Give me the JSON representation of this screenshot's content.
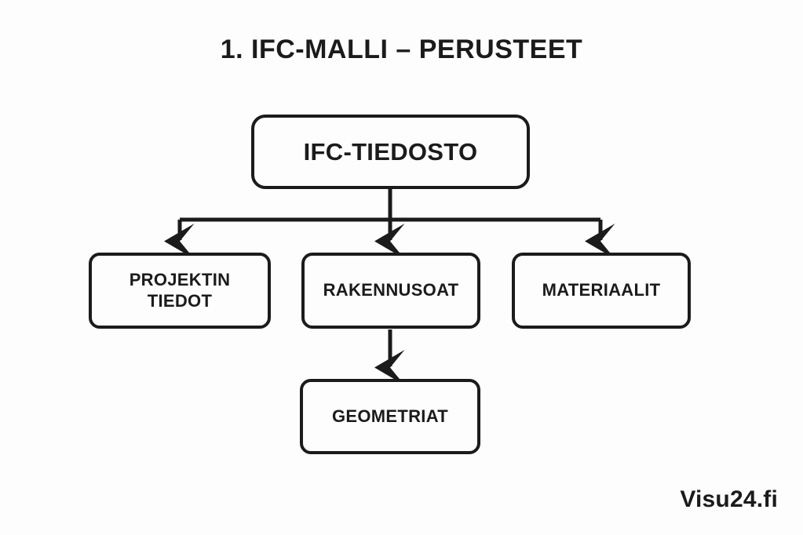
{
  "page": {
    "title": "1. IFC-MALLI – PERUSTEET",
    "background_color": "#fdfdfd",
    "ink_color": "#1b1b1b",
    "watermark": "Visu24.fi"
  },
  "diagram": {
    "type": "tree-flowchart",
    "orientation": "top-down",
    "nodes": [
      {
        "id": "root",
        "label": "IFC-TIEDOSTO",
        "level": 0
      },
      {
        "id": "project-info",
        "label": "PROJEKTIN\nTIEDOT",
        "level": 1
      },
      {
        "id": "building-parts",
        "label": "RAKENNUSOAT",
        "level": 1
      },
      {
        "id": "materials",
        "label": "MATERIAALIT",
        "level": 1
      },
      {
        "id": "geometries",
        "label": "GEOMETRIAT",
        "level": 2
      }
    ],
    "edges": [
      {
        "from": "root",
        "to": "project-info"
      },
      {
        "from": "root",
        "to": "building-parts"
      },
      {
        "from": "root",
        "to": "materials"
      },
      {
        "from": "building-parts",
        "to": "geometries"
      }
    ]
  }
}
